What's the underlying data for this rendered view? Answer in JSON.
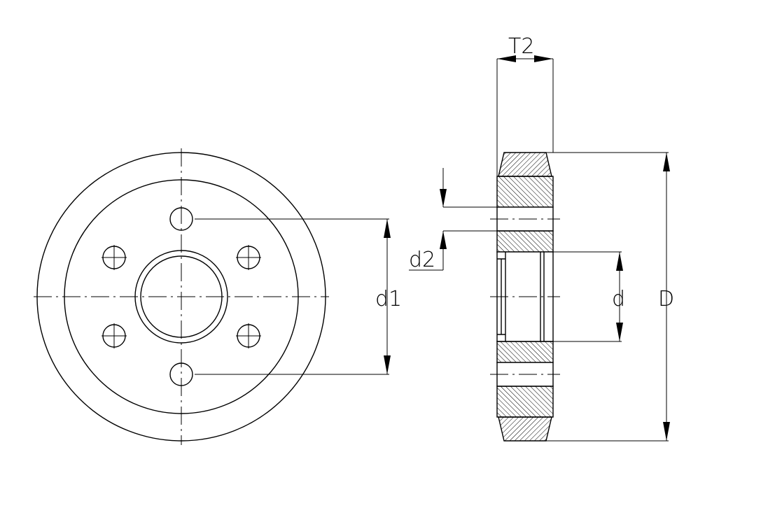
{
  "labels": {
    "T2": "T2",
    "d1": "d1",
    "d2": "d2",
    "d": "d",
    "D": "D"
  }
}
